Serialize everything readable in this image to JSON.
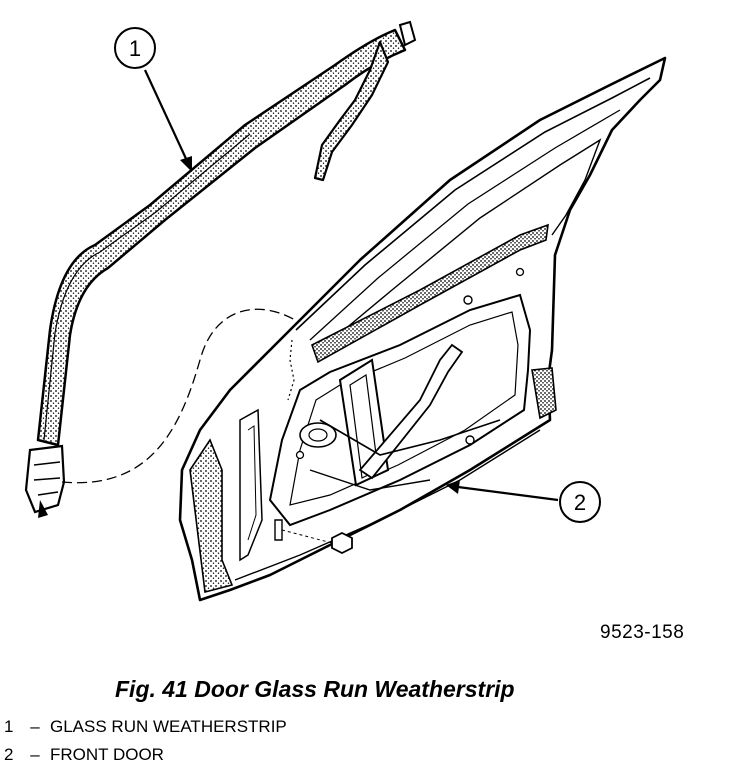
{
  "diagram": {
    "callouts": [
      {
        "number": "1"
      },
      {
        "number": "2"
      }
    ],
    "figure_code": "9523-158"
  },
  "caption": "Fig. 41 Door Glass Run Weatherstrip",
  "legend": [
    {
      "number": "1",
      "dash": "–",
      "label": "GLASS RUN WEATHERSTRIP"
    },
    {
      "number": "2",
      "dash": "–",
      "label": "FRONT DOOR"
    }
  ]
}
